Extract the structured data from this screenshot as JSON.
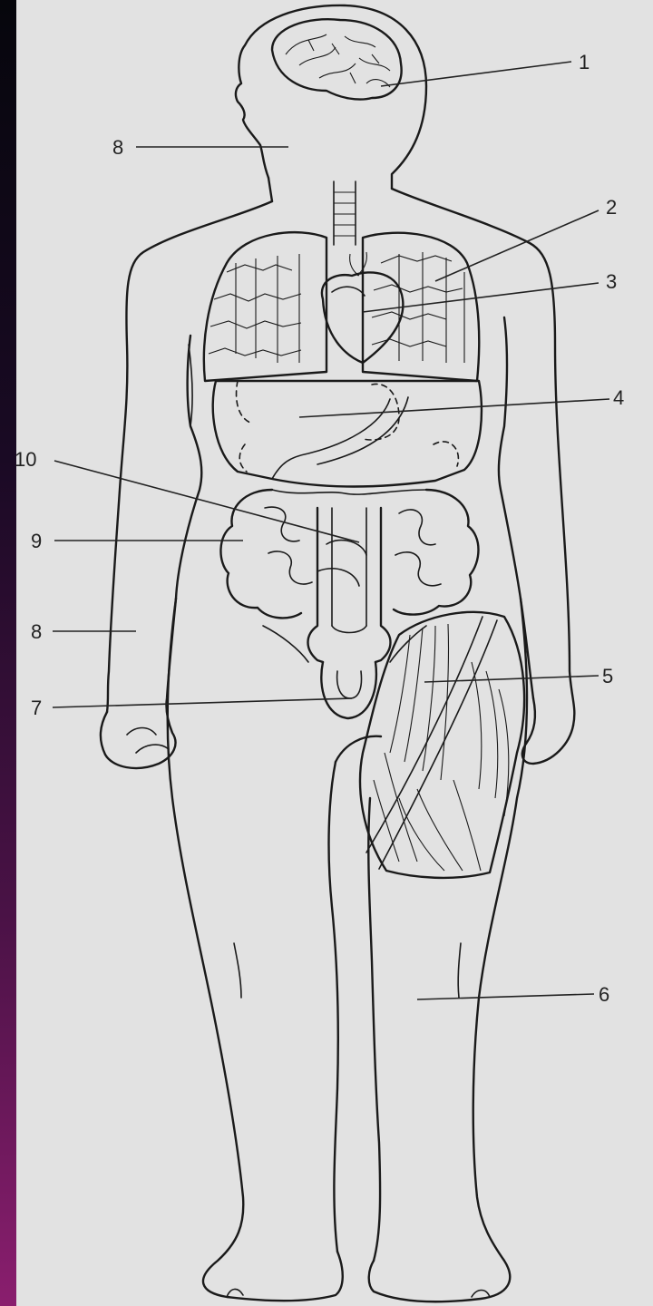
{
  "diagram": {
    "labels": {
      "l1": "1",
      "l2": "2",
      "l3": "3",
      "l4": "4",
      "l5": "5",
      "l6": "6",
      "l7": "7",
      "l8a": "8",
      "l8b": "8",
      "l9": "9",
      "l10": "10"
    },
    "colors": {
      "background": "#e2e2e2",
      "ink": "#1a1a1a"
    }
  }
}
